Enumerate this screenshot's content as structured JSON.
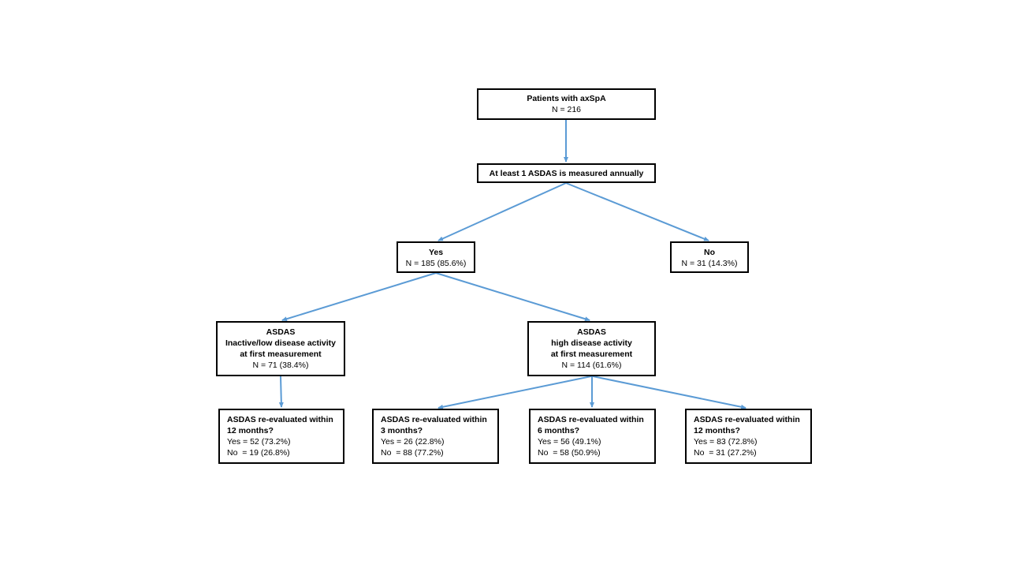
{
  "colors": {
    "arrow": "#5b9bd5",
    "border": "#000000",
    "background": "#ffffff"
  },
  "nodes": {
    "patients": {
      "lines": [
        "Patients with axSpA",
        "N = 216"
      ]
    },
    "annual": {
      "lines": [
        "At least 1 ASDAS is measured annually"
      ]
    },
    "yes": {
      "lines": [
        "Yes",
        "N = 185 (85.6%)"
      ]
    },
    "no": {
      "lines": [
        "No",
        "N = 31 (14.3%)"
      ]
    },
    "low": {
      "lines": [
        "ASDAS",
        "Inactive/low disease activity",
        "at first measurement",
        "N = 71 (38.4%)"
      ]
    },
    "high": {
      "lines": [
        "ASDAS",
        "high disease activity",
        "at first measurement",
        "N = 114 (61.6%)"
      ]
    },
    "low12": {
      "lines": [
        "ASDAS re-evaluated within",
        "12 months?",
        "Yes = 52 (73.2%)",
        "No  = 19 (26.8%)"
      ]
    },
    "high3": {
      "lines": [
        "ASDAS re-evaluated within",
        "3 months?",
        "Yes = 26 (22.8%)",
        "No  = 88 (77.2%)"
      ]
    },
    "high6": {
      "lines": [
        "ASDAS re-evaluated within",
        "6 months?",
        "Yes = 56 (49.1%)",
        "No  = 58 (50.9%)"
      ]
    },
    "high12": {
      "lines": [
        "ASDAS re-evaluated within",
        "12 months?",
        "Yes = 83 (72.8%)",
        "No  = 31 (27.2%)"
      ]
    }
  }
}
